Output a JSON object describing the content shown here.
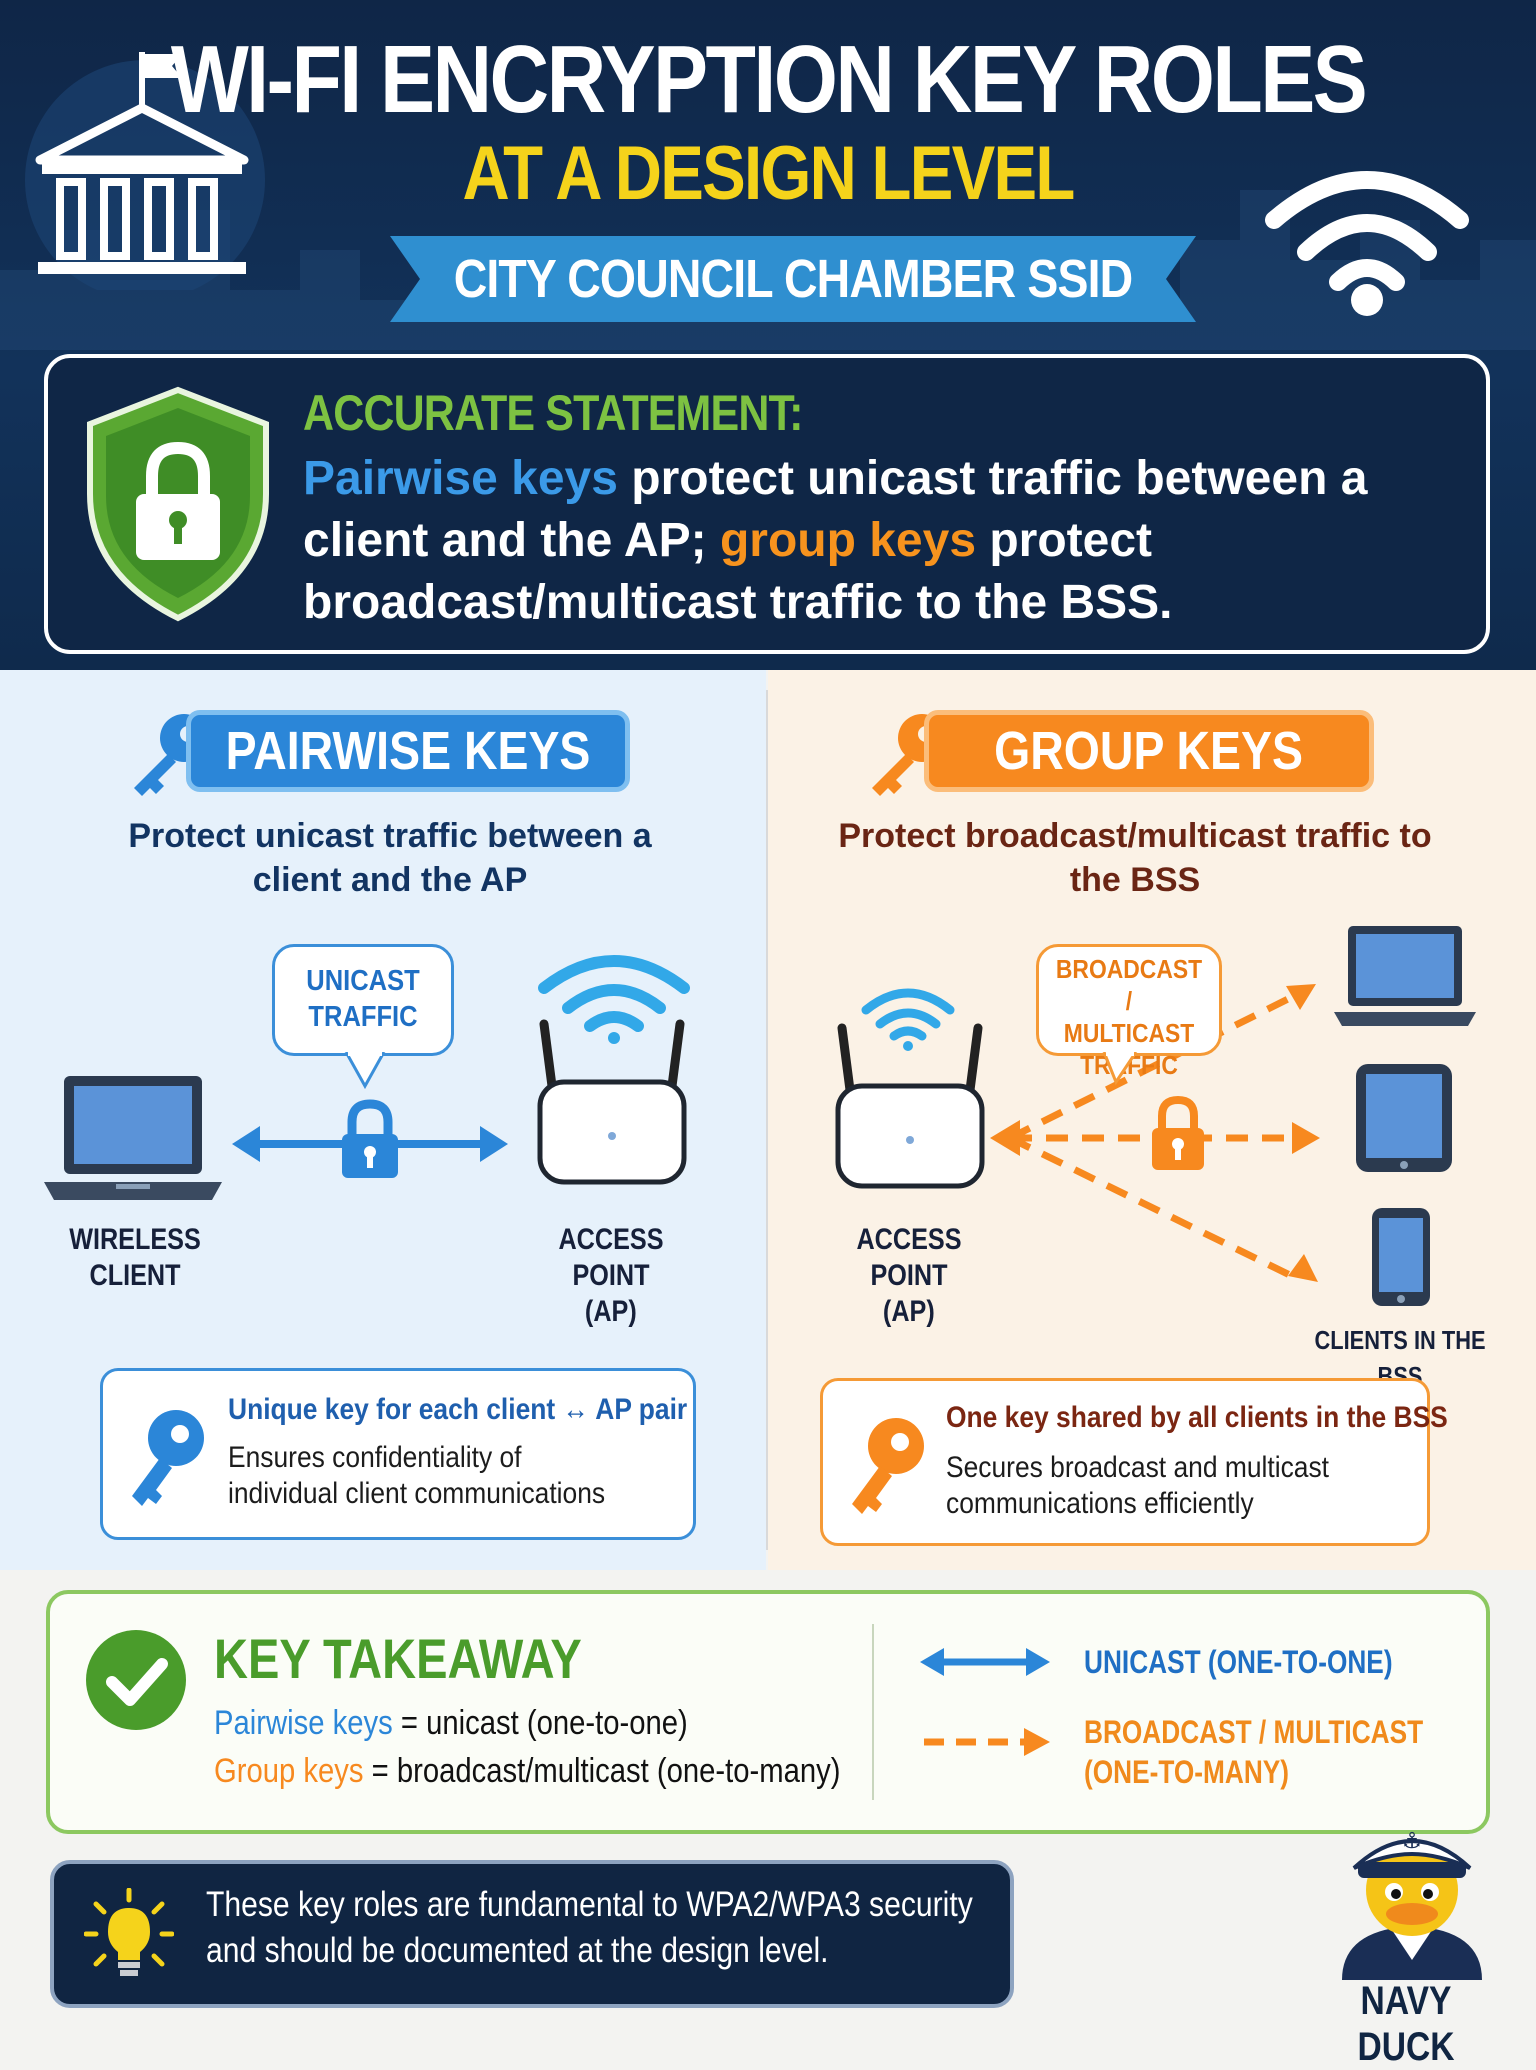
{
  "header": {
    "title_line1": "WI-FI ENCRYPTION KEY ROLES",
    "title_line2": "AT A DESIGN LEVEL",
    "ssid_ribbon": "CITY COUNCIL CHAMBER SSID"
  },
  "statement": {
    "label": "ACCURATE STATEMENT:",
    "kw_pairwise": "Pairwise keys",
    "text_a": " protect unicast traffic between a client and the AP; ",
    "kw_group": "group keys",
    "text_b": " protect broadcast/multicast traffic to the BSS."
  },
  "pairwise": {
    "title": "PAIRWISE KEYS",
    "subtitle": "Protect unicast traffic between a client and the AP",
    "bubble_line1": "UNICAST",
    "bubble_line2": "TRAFFIC",
    "client_label": "WIRELESS CLIENT",
    "ap_label_line1": "ACCESS POINT",
    "ap_label_line2": "(AP)",
    "info_line1": "Unique key for each client ↔ AP pair",
    "info_line2": "Ensures confidentiality of",
    "info_line3": "individual client communications"
  },
  "group": {
    "title": "GROUP KEYS",
    "subtitle": "Protect broadcast/multicast traffic to the BSS",
    "bubble_line1": "BROADCAST /",
    "bubble_line2": "MULTICAST",
    "bubble_line3": "TRAFFIC",
    "ap_label_line1": "ACCESS POINT",
    "ap_label_line2": "(AP)",
    "clients_label": "CLIENTS IN THE BSS",
    "info_line1": "One key shared by all clients in the BSS",
    "info_line2": "Secures broadcast and multicast",
    "info_line3": "communications efficiently"
  },
  "takeaway": {
    "title": "KEY TAKEAWAY",
    "line1_kw": "Pairwise keys",
    "line1_rest": " = unicast (one-to-one)",
    "line2_kw": "Group keys",
    "line2_rest": " = broadcast/multicast (one-to-many)",
    "legend_unicast": "UNICAST (ONE-TO-ONE)",
    "legend_bc_line1": "BROADCAST / MULTICAST",
    "legend_bc_line2": "(ONE-TO-MANY)"
  },
  "footer": {
    "note_line1": "These key roles are fundamental to WPA2/WPA3 security",
    "note_line2": "and should be documented at the design level.",
    "mascot_name": "NAVY DUCK"
  },
  "colors": {
    "navy": "#0f2647",
    "blue": "#2b86d8",
    "orange": "#f7891f",
    "green": "#4a9c2b",
    "yellow": "#f5d31b"
  },
  "icons": [
    "government-building-icon",
    "wifi-icon",
    "shield-lock-icon",
    "key-icon",
    "laptop-icon",
    "router-icon",
    "padlock-icon",
    "tablet-icon",
    "phone-icon",
    "checkmark-icon",
    "lightbulb-icon",
    "duck-mascot"
  ]
}
